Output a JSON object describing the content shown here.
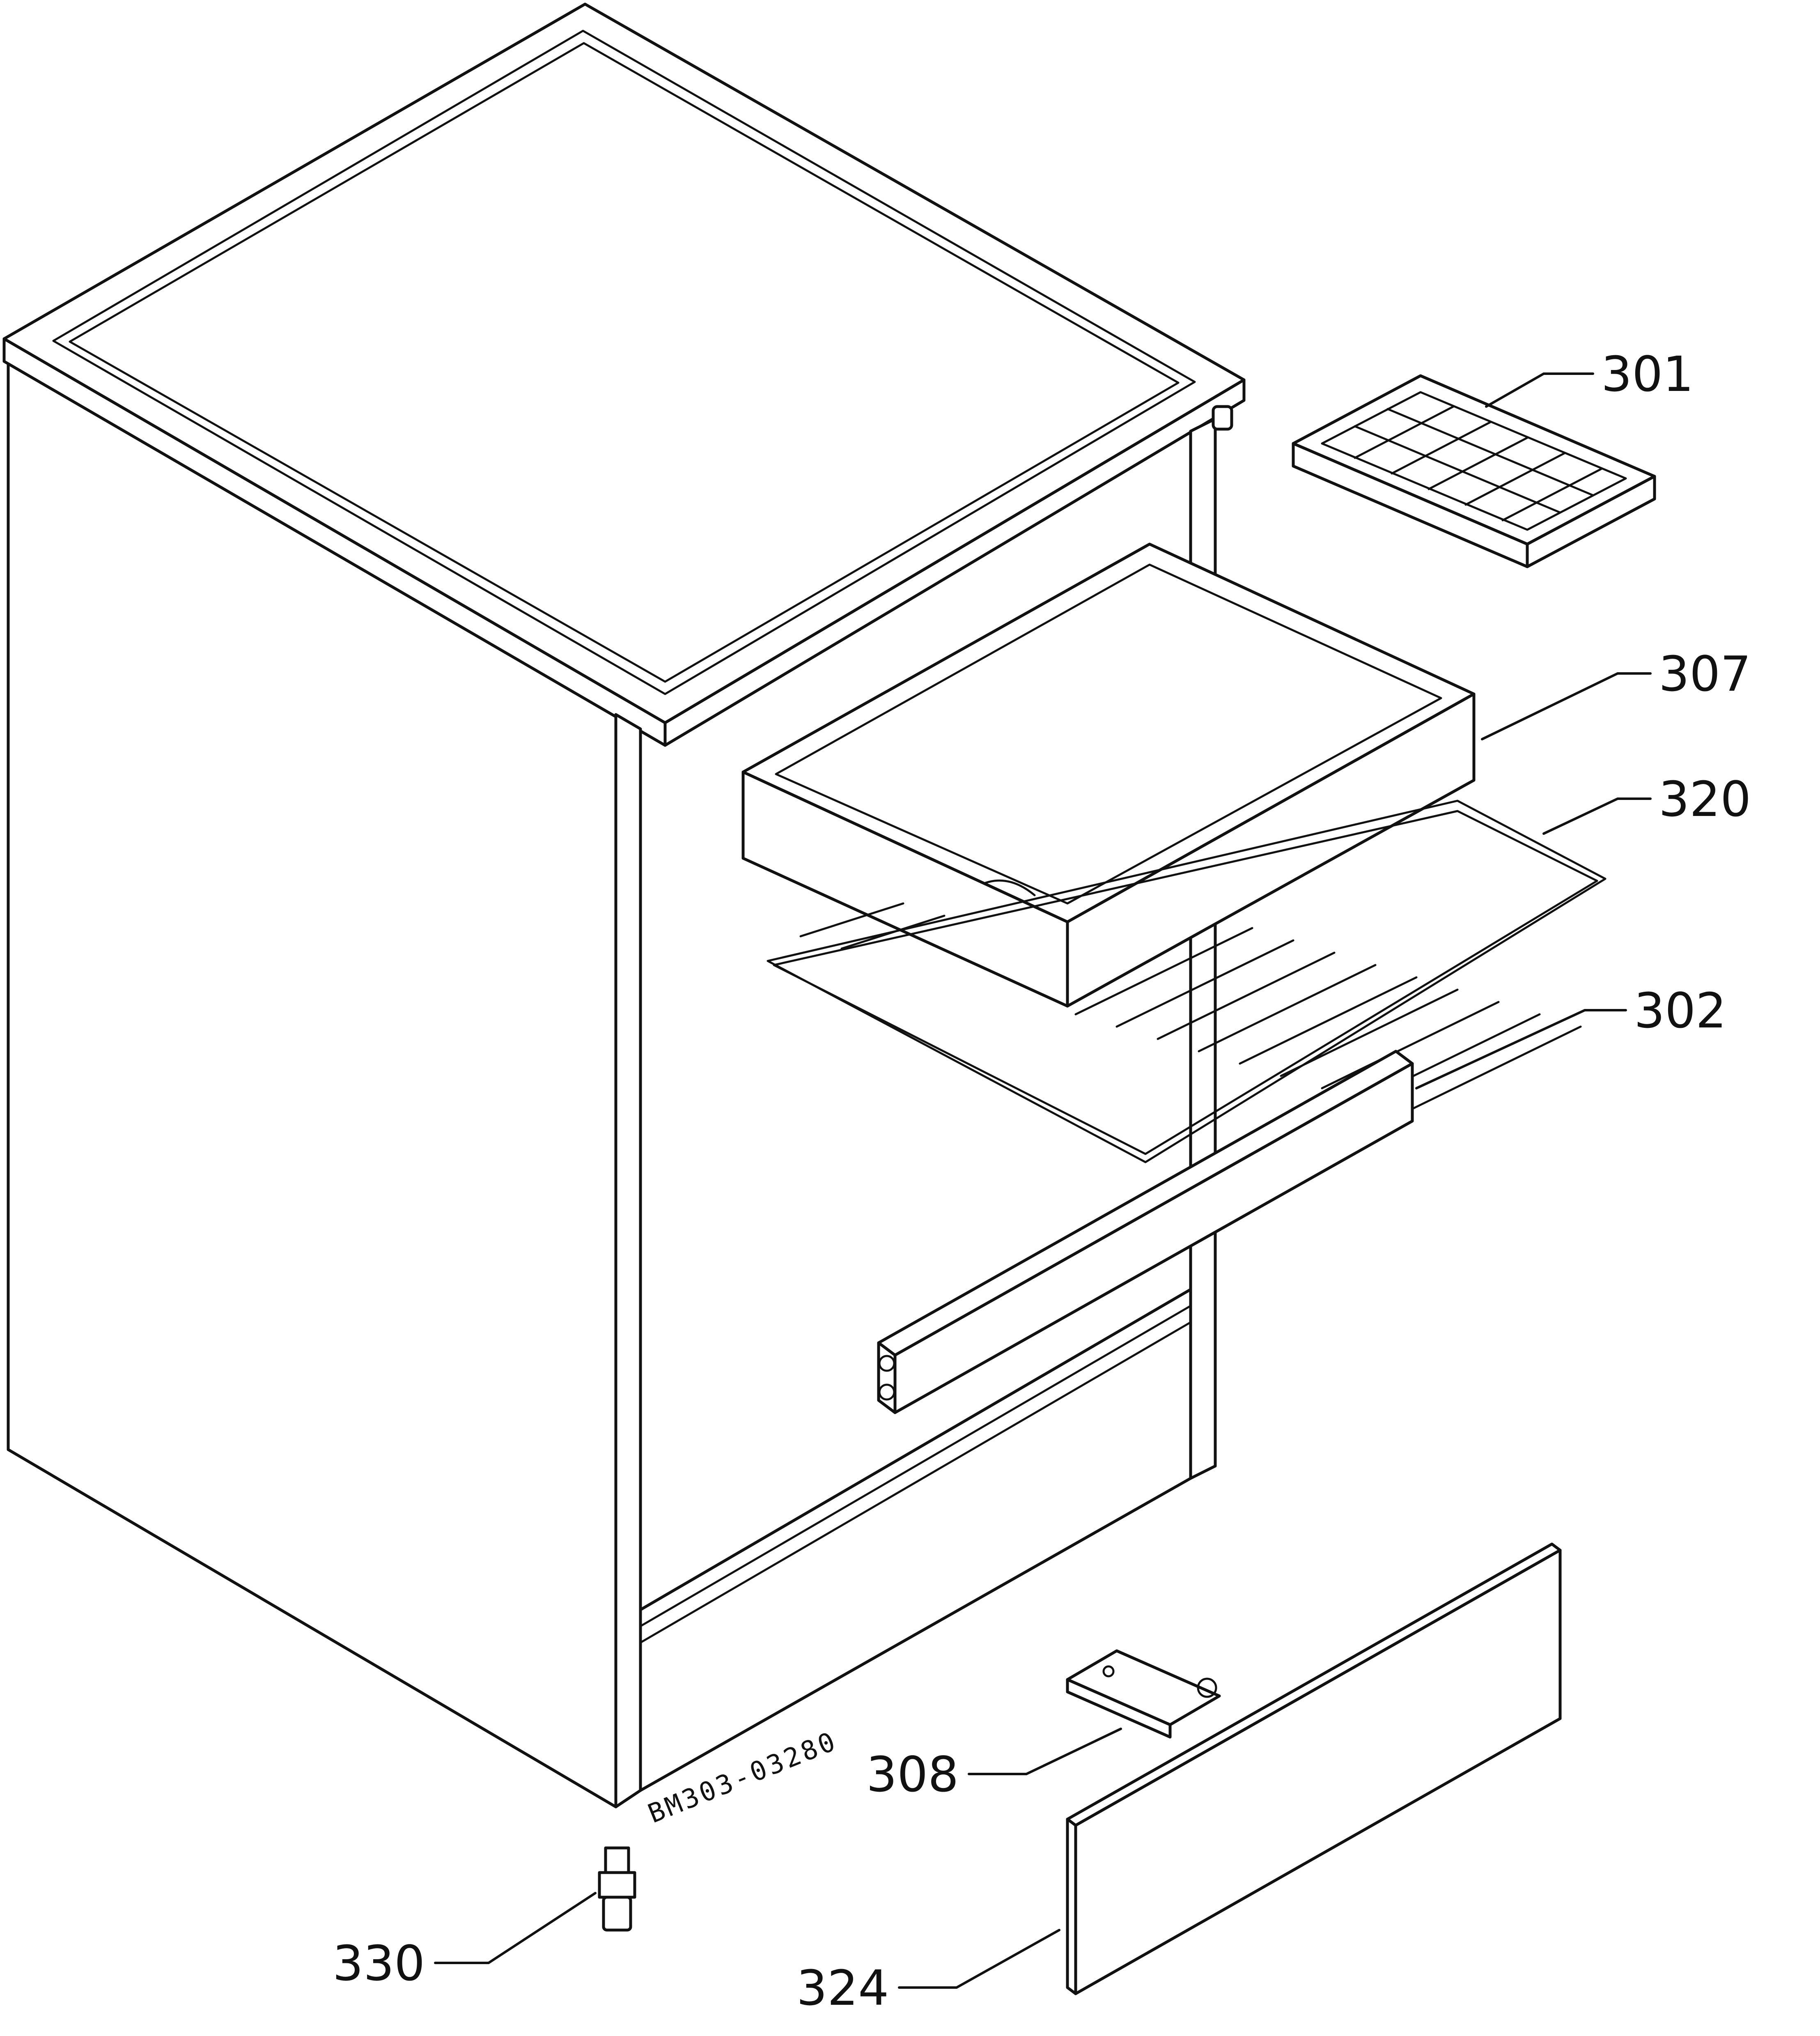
{
  "diagram": {
    "drawing_number": "BM303-03280",
    "callouts": {
      "ice_tray": "301",
      "drawer": "307",
      "wire_shelf": "320",
      "door_bar": "302",
      "hinge": "308",
      "foot": "330",
      "panel": "324"
    }
  }
}
